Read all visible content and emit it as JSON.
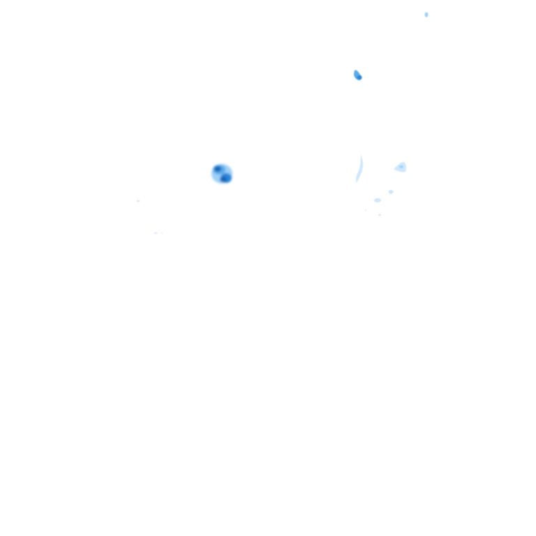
{
  "radar_overlay": {
    "palette": {
      "very_light": "#cfe6fb",
      "light": "#9fd0f8",
      "medium": "#5aa9e8",
      "strong": "#2b84d6",
      "heavy": "#1565b8"
    },
    "cells": [
      {
        "name": "echo-cell-center-west",
        "intensity": "heavy"
      },
      {
        "name": "echo-cell-north-east",
        "intensity": "strong"
      },
      {
        "name": "echo-cell-far-north-east",
        "intensity": "light"
      },
      {
        "name": "echo-streak-east",
        "intensity": "very_light"
      },
      {
        "name": "echo-cluster-east",
        "intensity": "very_light"
      },
      {
        "name": "echo-speck-south-east",
        "intensity": "very_light"
      },
      {
        "name": "echo-speck-west",
        "intensity": "very_light"
      },
      {
        "name": "echo-speck-south-west",
        "intensity": "very_light"
      }
    ]
  }
}
